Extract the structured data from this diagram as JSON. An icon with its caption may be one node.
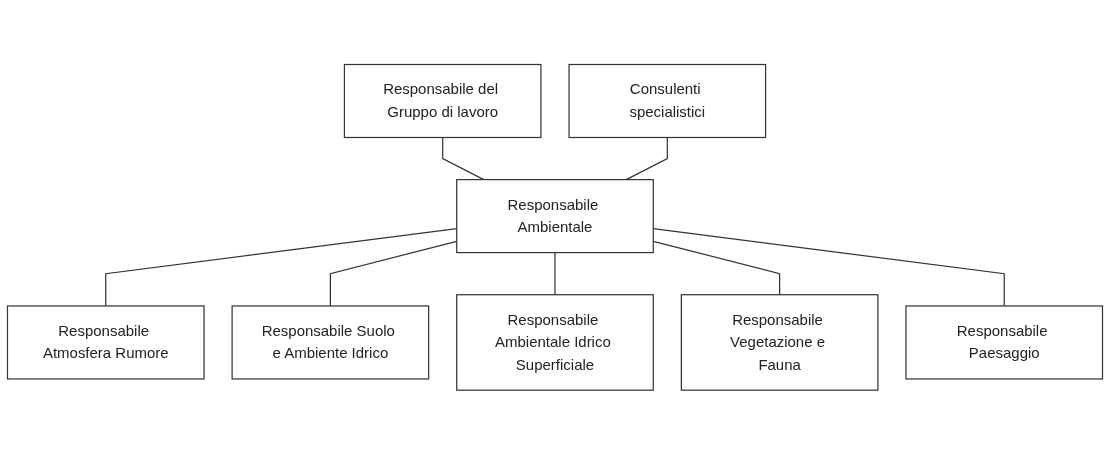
{
  "diagram": {
    "nodes": [
      {
        "text": [
          "Responsabile del Gruppo di lavoro"
        ]
      },
      {
        "text": [
          "Consulenti specialistici"
        ]
      },
      {
        "text": [
          "Responsabile Ambientale"
        ]
      },
      {
        "text": [
          "Responsabile Atmosfera Rumore"
        ]
      },
      {
        "text": [
          "Responsabile Suolo e Ambiente Idrico"
        ]
      },
      {
        "text": [
          "Responsabile Ambientale Idrico Superficiale"
        ]
      },
      {
        "text": [
          "Responsabile Vegetazione e Fauna"
        ]
      },
      {
        "text": [
          "Responsabile Paesaggio"
        ]
      }
    ],
    "edges": [
      {
        "from": 0,
        "to": 2,
        "arrow": "none"
      },
      {
        "from": 1,
        "to": 2,
        "arrow": "none"
      },
      {
        "from": 2,
        "to": 3,
        "arrow": "none"
      },
      {
        "from": 2,
        "to": 4,
        "arrow": "none"
      },
      {
        "from": 2,
        "to": 5,
        "arrow": "none"
      },
      {
        "from": 2,
        "to": 6,
        "arrow": "none"
      },
      {
        "from": 2,
        "to": 7,
        "arrow": "none"
      }
    ]
  }
}
